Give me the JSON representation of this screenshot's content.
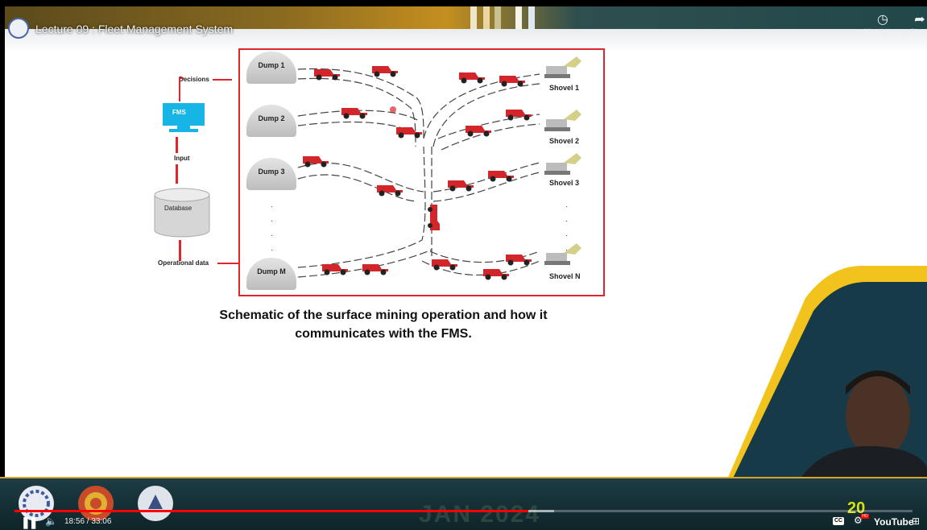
{
  "video": {
    "title": "Lecture 09 : Fleet Management System",
    "watch_later_label": "Watch later",
    "share_label": "Share"
  },
  "diagram": {
    "decisions": "Decisions",
    "fms": "FMS",
    "input": "Input",
    "database": "Database",
    "operational_data": "Operational data",
    "dumps": [
      "Dump 1",
      "Dump 2",
      "Dump 3",
      "Dump M"
    ],
    "shovels": [
      "Shovel 1",
      "Shovel 2",
      "Shovel 3",
      "Shovel N"
    ]
  },
  "caption": {
    "line1": "Schematic of the surface mining operation and how it",
    "line2": "communicates with the FMS."
  },
  "watermark": {
    "month": "JAN 2024",
    "counter": "20"
  },
  "player": {
    "time_display": "18:56 / 33:06",
    "youtube_label": "YouTube",
    "progress_fraction": 0.572
  },
  "colors": {
    "accent_red": "#e0242b",
    "progress_red": "#ff0000",
    "panel_gold": "#f2c31d",
    "panel_teal": "#173a48"
  }
}
